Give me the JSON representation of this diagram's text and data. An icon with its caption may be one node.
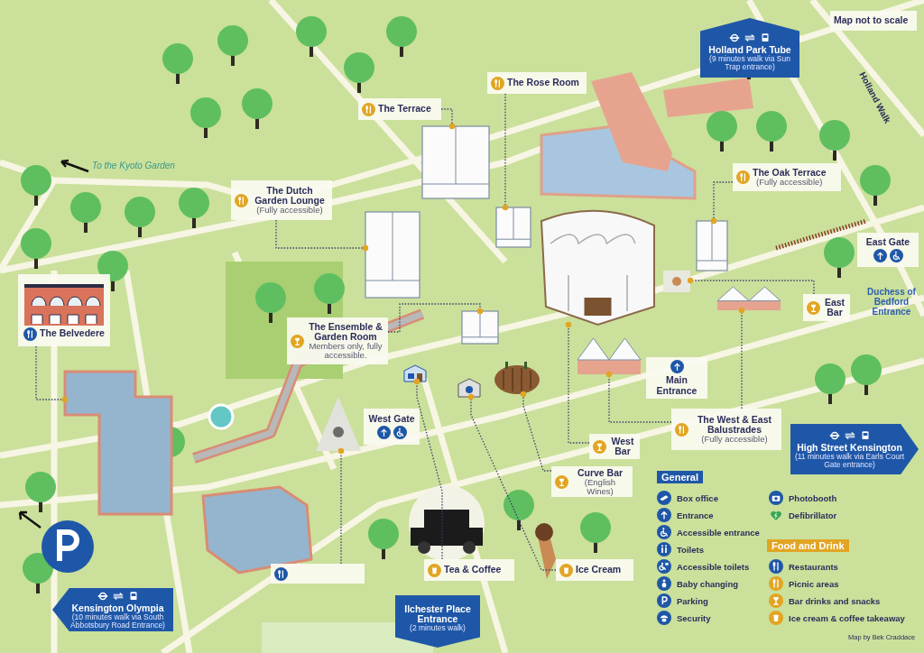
{
  "diagram": {
    "nodes": [
      {
        "text": [
          "Map not to scale"
        ]
      },
      {
        "text": [
          "Holland Park Tube",
          "(9 minutes walk via Sun Trap entrance)"
        ]
      },
      {
        "text": [
          "The Rose Room"
        ]
      },
      {
        "text": [
          "The Terrace"
        ]
      },
      {
        "text": [
          "The Oak Terrace",
          "(Fully accessible)"
        ]
      },
      {
        "text": [
          "The Dutch Garden Lounge",
          "(Fully accessible)"
        ]
      },
      {
        "text": [
          "East Gate"
        ]
      },
      {
        "text": [
          "The Belvedere"
        ]
      },
      {
        "text": [
          "East Bar"
        ]
      },
      {
        "text": [
          "The Ensemble & Garden Room",
          "Members only, fully accessible."
        ]
      },
      {
        "text": [
          "Main Entrance"
        ]
      },
      {
        "text": [
          "West Gate"
        ]
      },
      {
        "text": [
          "The West & East Balustrades",
          "(Fully accessible)"
        ]
      },
      {
        "text": [
          "High Street Kensington",
          "(11 minutes walk via Earls Court Gate entrance)"
        ]
      },
      {
        "text": [
          "West Bar"
        ]
      },
      {
        "text": [
          "Curve Bar",
          "(English Wines)"
        ]
      },
      {
        "text": [],
        "shape": "box"
      },
      {
        "text": [
          "Tea & Coffee"
        ]
      },
      {
        "text": [
          "Ice Cream"
        ]
      },
      {
        "text": [
          "Kensington Olympia",
          "(10 minutes walk via South Abbotsbury Road Entrance)"
        ]
      },
      {
        "text": [
          "Ilchester Place Entrance",
          "(2 minutes walk)"
        ]
      },
      {
        "text": [],
        "shape": "picture"
      },
      {
        "text": [],
        "shape": "picture"
      },
      {
        "text": [],
        "shape": "picture"
      },
      {
        "text": [],
        "shape": "picture"
      },
      {
        "text": [],
        "shape": "picture"
      },
      {
        "text": [],
        "shape": "picture"
      },
      {
        "text": [],
        "shape": "picture"
      },
      {
        "text": [],
        "shape": "picture"
      },
      {
        "text": [],
        "shape": "picture"
      },
      {
        "text": [],
        "shape": "picture"
      },
      {
        "text": [],
        "shape": "picture"
      },
      {
        "text": [],
        "shape": "picture"
      },
      {
        "text": [],
        "shape": "picture"
      },
      {
        "text": [],
        "shape": "picture"
      }
    ],
    "edges": [
      {
        "from": 2,
        "to": 22,
        "arrow": "other"
      },
      {
        "from": 3,
        "to": 21,
        "arrow": "other"
      },
      {
        "from": 4,
        "to": 34,
        "arrow": "other"
      },
      {
        "from": 5,
        "to": 23,
        "arrow": "other"
      },
      {
        "from": 7,
        "to": 24,
        "arrow": "other"
      },
      {
        "from": 8,
        "to": 25,
        "arrow": "other"
      },
      {
        "from": 9,
        "to": 26,
        "arrow": "other"
      },
      {
        "from": 12,
        "to": 27,
        "arrow": "other"
      },
      {
        "from": 12,
        "to": 28,
        "arrow": "other"
      },
      {
        "from": 14,
        "to": 29,
        "arrow": "other"
      },
      {
        "from": 15,
        "to": 30,
        "arrow": "other"
      },
      {
        "from": 16,
        "to": 31,
        "arrow": "other"
      },
      {
        "from": 17,
        "to": 32,
        "arrow": "other"
      },
      {
        "from": 18,
        "to": 33,
        "arrow": "other"
      }
    ],
    "labels": [
      "To the Kyoto Garden",
      "Holland Walk",
      "Duchess of Bedford Entrance",
      "General",
      "Food and Drink",
      "Map by Bek Craddace"
    ],
    "legend": [
      {
        "text": "Box office"
      },
      {
        "text": "Entrance"
      },
      {
        "text": "Accessible entrance"
      },
      {
        "text": "Toilets"
      },
      {
        "text": "Accessible toilets"
      },
      {
        "text": "Baby changing"
      },
      {
        "text": "Parking"
      },
      {
        "text": "Security"
      },
      {
        "text": "Photobooth"
      },
      {
        "text": "Defibrillator"
      },
      {
        "text": "Restaurants"
      },
      {
        "text": "Picnic areas"
      },
      {
        "text": "Bar drinks and snacks"
      },
      {
        "text": "Ice cream & coffee takeaway"
      }
    ]
  }
}
